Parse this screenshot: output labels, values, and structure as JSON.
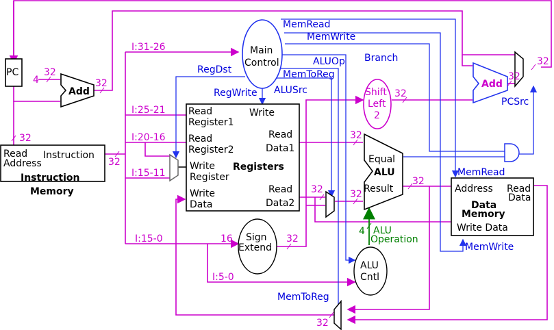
{
  "title": "MIPS single-cycle datapath with control",
  "colors": {
    "datapath": "#cc00cc",
    "control": "#0000dd",
    "alu_op": "#008000",
    "component": "#000000"
  },
  "components": {
    "pc": "PC",
    "pc_adder": {
      "label": "Add",
      "const": "4"
    },
    "branch_adder": {
      "label": "Add"
    },
    "instruction_memory": {
      "read_address_1": "Read",
      "read_address_2": "Address",
      "output": "Instruction",
      "title_1": "Instruction",
      "title_2": "Memory"
    },
    "main_control": {
      "line1": "Main",
      "line2": "Control"
    },
    "registers": {
      "read_reg1_a": "Read",
      "read_reg1_b": "Register1",
      "read_reg2_a": "Read",
      "read_reg2_b": "Register2",
      "write_reg_a": "Write",
      "write_reg_b": "Register",
      "write_data_a": "Write",
      "write_data_b": "Data",
      "write": "Write",
      "read_data1_a": "Read",
      "read_data1_b": "Data1",
      "read_data2_a": "Read",
      "read_data2_b": "Data2",
      "title": "Registers"
    },
    "sign_extend": {
      "line1": "Sign",
      "line2": "Extend"
    },
    "shift_left": {
      "line1": "Shift",
      "line2": "Left",
      "line3": "2"
    },
    "alu": {
      "equal": "Equal",
      "title": "ALU",
      "result": "Result"
    },
    "alu_control": {
      "line1": "ALU",
      "line2": "Cntl"
    },
    "data_memory": {
      "address": "Address",
      "read_a": "Read",
      "read_b": "Data",
      "title_1": "Data",
      "title_2": "Memory",
      "write_data": "Write Data"
    }
  },
  "instruction_fields": [
    "I:31-26",
    "I:25-21",
    "I:20-16",
    "I:15-11",
    "I:15-0",
    "I:5-0"
  ],
  "control_signals": {
    "mem_read": "MemRead",
    "mem_write": "MemWrite",
    "branch": "Branch",
    "alu_op": "ALUOp",
    "mem_to_reg": "MemToReg",
    "alu_src": "ALUSrc",
    "reg_dst": "RegDst",
    "reg_write": "RegWrite",
    "pc_src": "PCSrc",
    "dm_mem_read": "MemRead",
    "dm_mem_write": "MemWrite",
    "wb_mem_to_reg": "MemToReg",
    "alu_operation_1": "ALU",
    "alu_operation_2": "Operation"
  },
  "bus_widths": {
    "w32": "32",
    "w16": "16",
    "w4": "4"
  }
}
